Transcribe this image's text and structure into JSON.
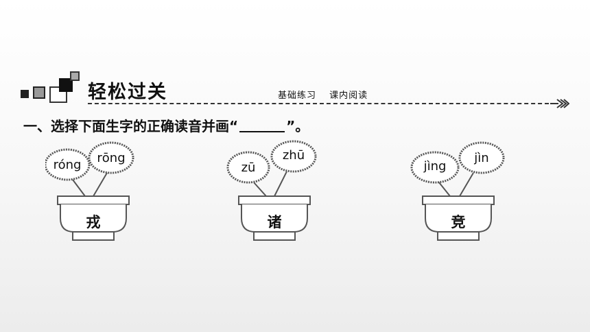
{
  "section": {
    "title": "轻松过关",
    "subtitles": [
      "基础练习",
      "课内阅读"
    ]
  },
  "question": {
    "prefix": "一、选择下面生字的正确读音并画“",
    "suffix": "”。"
  },
  "items": [
    {
      "character": "戎",
      "options": [
        "róng",
        "rōng"
      ]
    },
    {
      "character": "诸",
      "options": [
        "zū",
        "zhū"
      ]
    },
    {
      "character": "竞",
      "options": [
        "jìng",
        "jìn"
      ]
    }
  ]
}
